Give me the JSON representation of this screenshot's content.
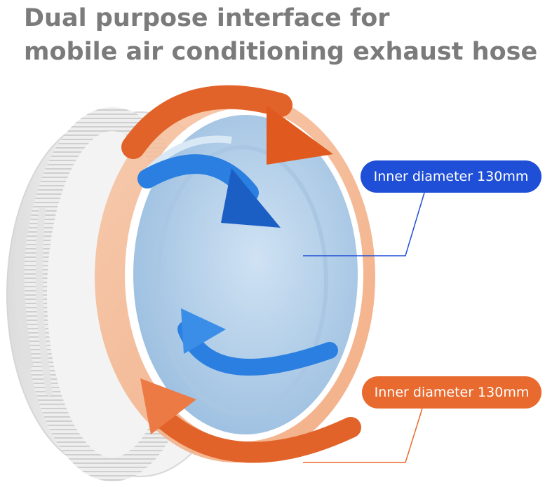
{
  "headline": {
    "line1": "Dual purpose interface for",
    "line2": "mobile air conditioning exhaust hose"
  },
  "callouts": {
    "inner_blue": "Inner diameter 130mm",
    "inner_orange": "Inner diameter 130mm"
  },
  "colors": {
    "headline_text": "#7b7b7b",
    "blue_callout": "#1f4fd6",
    "orange_callout": "#e86a2f",
    "blue_arrow": "#2a7fe0",
    "orange_arrow": "#e2632a",
    "ring_orange": "#f4b08a",
    "inner_disc": "#bcd6ec",
    "fitting_white": "#f2f2f2"
  },
  "icons": {
    "product": "hose-adapter-illustration",
    "blue_arrows": "rotate-arrows-icon",
    "orange_arrows": "rotate-arrows-icon"
  }
}
